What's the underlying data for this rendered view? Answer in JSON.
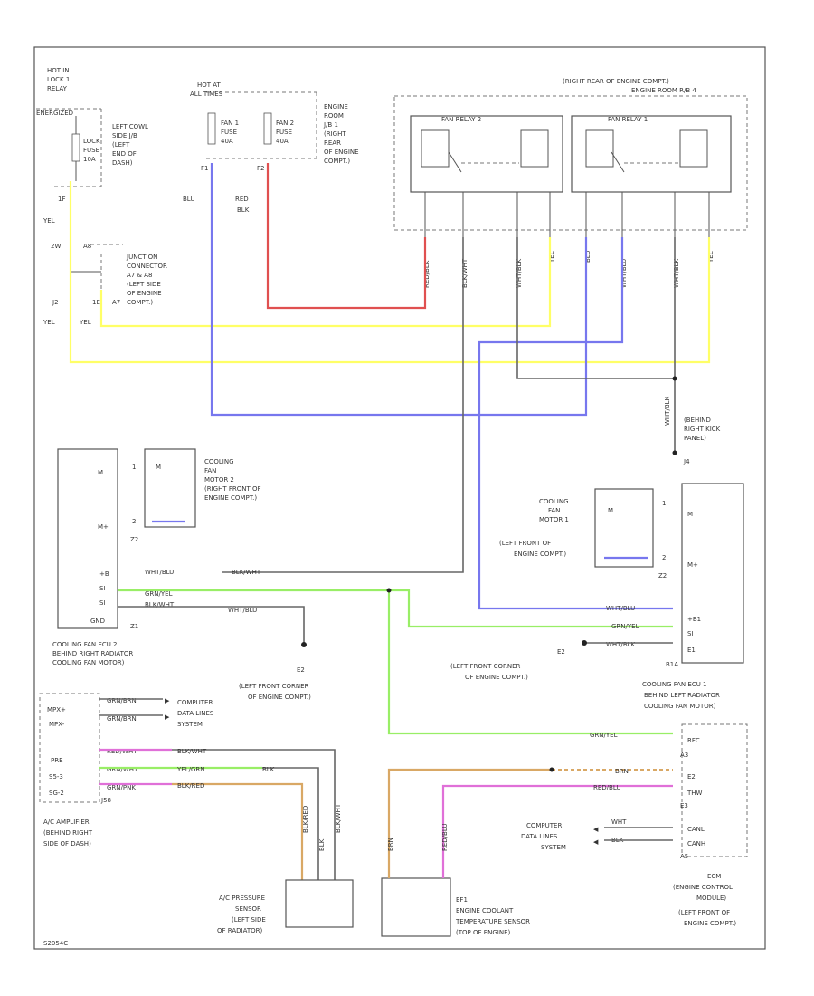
{
  "labels": {
    "hot_in_lock": [
      "HOT IN",
      "LOCK 1",
      "RELAY",
      "ENERGIZED"
    ],
    "hot_at_all": [
      "HOT AT",
      "ALL TIMES"
    ],
    "left_cowl": [
      "LEFT COWL",
      "SIDE J/B",
      "(LEFT",
      "END OF",
      "DASH)"
    ],
    "lock_fuse": [
      "LOCK",
      "FUSE",
      "10A"
    ],
    "fan1_fuse": [
      "FAN 1",
      "FUSE",
      "40A"
    ],
    "fan2_fuse": [
      "FAN 2",
      "FUSE",
      "40A"
    ],
    "engine_room_jb": [
      "ENGINE",
      "ROOM",
      "J/B 1",
      "(RIGHT",
      "REAR",
      "OF ENGINE",
      "COMPT.)"
    ],
    "right_rear_header": [
      "(RIGHT REAR OF ENGINE COMPT.)",
      "ENGINE ROOM R/B 4"
    ],
    "fan_relay_2": "FAN RELAY 2",
    "fan_relay_1": "FAN RELAY 1",
    "pin_1f": "1F",
    "pin_f1": "F1",
    "pin_f2": "F2",
    "yel": "YEL",
    "blu": "BLU",
    "red_blk": [
      "RED",
      "BLK"
    ],
    "pin_2w": "2W",
    "pin_a8": "A8",
    "junction_connector": [
      "JUNCTION",
      "CONNECTOR",
      "A7 & A8",
      "(LEFT SIDE",
      "OF ENGINE",
      "COMPT.)"
    ],
    "pin_j2": "J2",
    "pin_1e": "1E",
    "pin_a7": "A7",
    "relay_wire_labels": [
      "RED/BLK",
      "BLK/WHT",
      "WHT/BLK",
      "YEL",
      "BLU",
      "WHT/BLU",
      "WHT/BLK",
      "YEL"
    ],
    "wht_blk_vert": "WHT/BLK",
    "behind_right_kick": [
      "(BEHIND",
      "RIGHT KICK",
      "PANEL)",
      "J4"
    ],
    "cooling_fan_motor_2": [
      "COOLING",
      "FAN",
      "MOTOR 2",
      "(RIGHT FRONT OF",
      "ENGINE COMPT.)"
    ],
    "motor_symbol": "M",
    "cooling_fan_motor_1": [
      "COOLING",
      "FAN",
      "MOTOR 1",
      "(LEFT FRONT OF",
      "ENGINE COMPT.)"
    ],
    "pin_m": "M",
    "pin_mplus": "M+",
    "pin_z2": "Z2",
    "pin_z1": "Z1",
    "pin_1": "1",
    "pin_2": "2",
    "fan_ecu2_pins": [
      "+B",
      "SI",
      "SI",
      "GND"
    ],
    "fan_ecu2_wires": [
      "WHT/BLU",
      "GRN/YEL",
      "BLK/WHT"
    ],
    "blk_wht_label": "BLK/WHT",
    "wht_blu_label": "WHT/BLU",
    "ground_e2_label": [
      "E2",
      "(LEFT FRONT CORNER",
      "OF ENGINE COMPT.)"
    ],
    "cooling_fan_ecu_2": [
      "COOLING FAN ECU 2",
      "BEHIND RIGHT RADIATOR",
      "COOLING FAN MOTOR)"
    ],
    "fan_ecu1_pins": [
      "M",
      "M+",
      "+B1",
      "SI",
      "E1"
    ],
    "fan_ecu1_wires": [
      "WHT/BLU",
      "GRN/YEL",
      "WHT/BLK"
    ],
    "pin_b1a": "B1A",
    "ground_e2_right": [
      "E2",
      "(LEFT FRONT CORNER",
      "OF ENGINE COMPT.)"
    ],
    "cooling_fan_ecu_1": [
      "COOLING FAN ECU 1",
      "BEHIND LEFT RADIATOR",
      "COOLING FAN MOTOR)"
    ],
    "ac_amp_pins": [
      "MPX+",
      "MPX-",
      "PRE",
      "S5-3",
      "SG-2"
    ],
    "ac_amp_wires": [
      "GRN/BRN",
      "GRN/BRN",
      "RED/WHT",
      "GRN/WHT",
      "GRN/PNK"
    ],
    "computer_data_lines_left": [
      "COMPUTER",
      "DATA LINES",
      "SYSTEM"
    ],
    "ac_amp_right_wires": [
      "BLK/WHT",
      "YEL/GRN",
      "BLK",
      "BLK/RED"
    ],
    "pin_j58": "J58",
    "ac_amplifier": [
      "A/C AMPLIFIER",
      "(BEHIND RIGHT",
      "SIDE OF DASH)"
    ],
    "ac_pressure_sensor": [
      "A/C PRESSURE",
      "SENSOR",
      "(LEFT SIDE",
      "OF RADIATOR)"
    ],
    "sensor_wires": [
      "BLK/RED",
      "BLK",
      "BLK/WHT"
    ],
    "ect_sensor": [
      "EF1",
      "ENGINE COOLANT",
      "TEMPERATURE SENSOR",
      "(TOP OF ENGINE)"
    ],
    "ect_wires": [
      "BRN",
      "RED/BLU"
    ],
    "ecm_pins": [
      "RFC",
      "A3",
      "E2",
      "THW",
      "E3",
      "CANL",
      "CANH",
      "A5"
    ],
    "ecm_wires": [
      "GRN/YEL",
      "BRN",
      "RED/BLU",
      "WHT",
      "BLK"
    ],
    "computer_data_lines_right": [
      "COMPUTER",
      "DATA LINES",
      "SYSTEM"
    ],
    "ecm": [
      "ECM",
      "(ENGINE CONTROL",
      "MODULE)",
      "(LEFT FRONT OF",
      "ENGINE COMPT.)"
    ],
    "figure_id": "S2054C"
  },
  "colors": {
    "yellow": "#ffff66",
    "red": "#e05050",
    "blue": "#7777ee",
    "green": "#99ee66",
    "brown": "#d9a865",
    "pink": "#e070d8",
    "gray": "#666666"
  }
}
